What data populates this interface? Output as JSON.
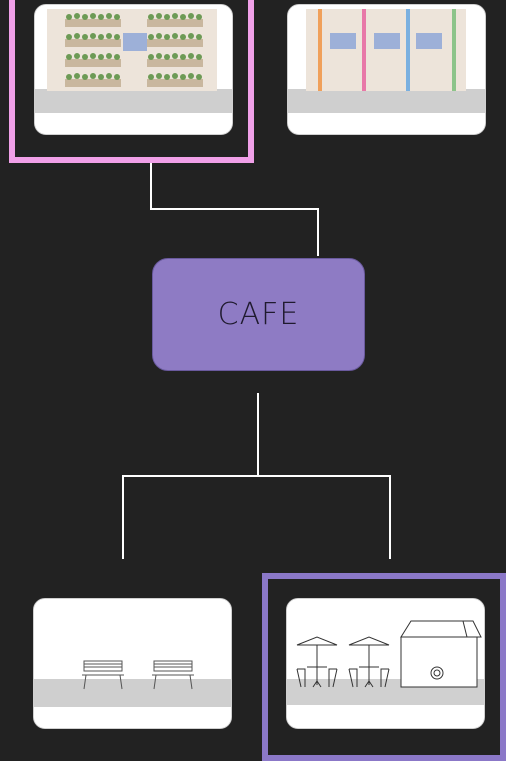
{
  "center_node": {
    "label": "CAFE"
  },
  "colors": {
    "background": "#222222",
    "node_fill": "#8e7bc4",
    "selection_pink": "#f0a0e8",
    "selection_purple": "#8b78c8",
    "connector": "#ffffff"
  },
  "cards": [
    {
      "name": "planter-wall",
      "selected": true,
      "selection_color": "pink"
    },
    {
      "name": "striped-facade",
      "selected": false
    },
    {
      "name": "benches",
      "selected": false
    },
    {
      "name": "cafe-tables-kiosk",
      "selected": true,
      "selection_color": "purple"
    }
  ],
  "kiosk_icon": "coffee-cup-icon"
}
